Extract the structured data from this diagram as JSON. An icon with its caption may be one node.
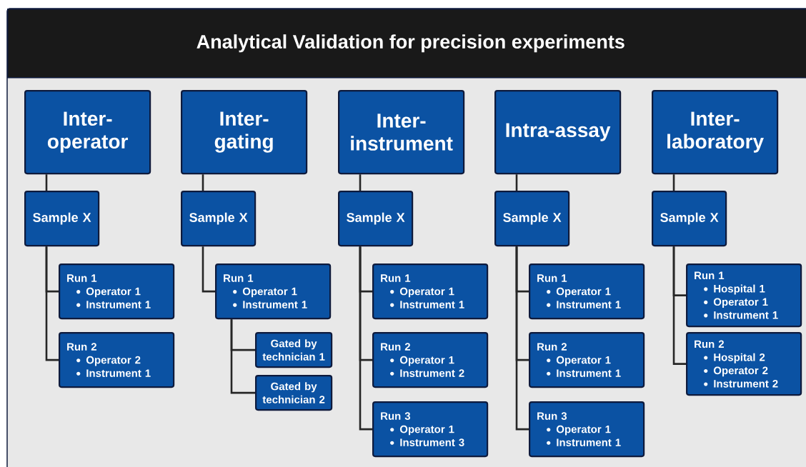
{
  "diagram": {
    "title": "Analytical Validation for precision experiments",
    "nodes": [
      {
        "text": [
          "Inter-operator"
        ]
      },
      {
        "text": [
          "Sample X"
        ]
      },
      {
        "text": [
          "Run 1",
          "Operator 1",
          "Instrument 1"
        ]
      },
      {
        "text": [
          "Run 2",
          "Operator 2",
          "Instrument 1"
        ]
      },
      {
        "text": [
          "Inter-gating"
        ]
      },
      {
        "text": [
          "Sample X"
        ]
      },
      {
        "text": [
          "Run 1",
          "Operator 1",
          "Instrument 1"
        ]
      },
      {
        "text": [
          "Gated by technician 1"
        ]
      },
      {
        "text": [
          "Gated by technician 2"
        ]
      },
      {
        "text": [
          "Inter-instrument"
        ]
      },
      {
        "text": [
          "Sample X"
        ]
      },
      {
        "text": [
          "Run 1",
          "Operator 1",
          "Instrument 1"
        ]
      },
      {
        "text": [
          "Run 2",
          "Operator 1",
          "Instrument 2"
        ]
      },
      {
        "text": [
          "Run 3",
          "Operator 1",
          "Instrument 3"
        ]
      },
      {
        "text": [
          "Intra-assay"
        ]
      },
      {
        "text": [
          "Sample X"
        ]
      },
      {
        "text": [
          "Run 1",
          "Operator 1",
          "Instrument 1"
        ]
      },
      {
        "text": [
          "Run 2",
          "Operator 1",
          "Instrument 1"
        ]
      },
      {
        "text": [
          "Run 3",
          "Operator 1",
          "Instrument 1"
        ]
      },
      {
        "text": [
          "Inter-laboratory"
        ]
      },
      {
        "text": [
          "Sample X"
        ]
      },
      {
        "text": [
          "Run 1",
          "Hospital 1",
          "Operator 1",
          "Instrument 1"
        ]
      },
      {
        "text": [
          "Run 2",
          "Hospital 2",
          "Operator 2",
          "Instrument 2"
        ]
      }
    ],
    "edges": [
      {
        "from": 0,
        "to": 1,
        "arrow": "none"
      },
      {
        "from": 1,
        "to": 2,
        "arrow": "none"
      },
      {
        "from": 1,
        "to": 3,
        "arrow": "none"
      },
      {
        "from": 4,
        "to": 5,
        "arrow": "none"
      },
      {
        "from": 5,
        "to": 6,
        "arrow": "none"
      },
      {
        "from": 6,
        "to": 7,
        "arrow": "none"
      },
      {
        "from": 6,
        "to": 8,
        "arrow": "none"
      },
      {
        "from": 9,
        "to": 10,
        "arrow": "none"
      },
      {
        "from": 10,
        "to": 11,
        "arrow": "none"
      },
      {
        "from": 10,
        "to": 12,
        "arrow": "none"
      },
      {
        "from": 10,
        "to": 13,
        "arrow": "none"
      },
      {
        "from": 14,
        "to": 15,
        "arrow": "none"
      },
      {
        "from": 15,
        "to": 16,
        "arrow": "none"
      },
      {
        "from": 15,
        "to": 17,
        "arrow": "none"
      },
      {
        "from": 15,
        "to": 18,
        "arrow": "none"
      },
      {
        "from": 19,
        "to": 20,
        "arrow": "none"
      },
      {
        "from": 20,
        "to": 21,
        "arrow": "none"
      },
      {
        "from": 20,
        "to": 22,
        "arrow": "none"
      }
    ]
  }
}
